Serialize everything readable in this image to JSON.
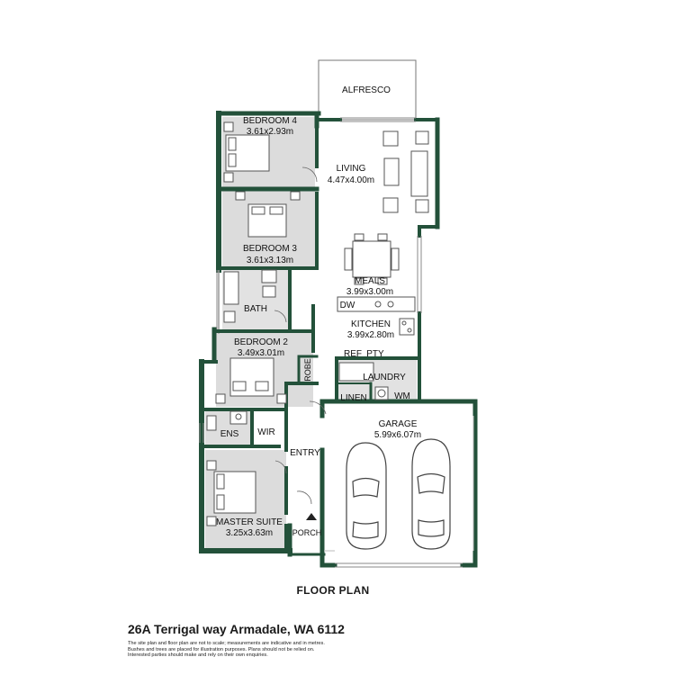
{
  "colors": {
    "wall": "#23513a",
    "wet_floor": "#d9d9d9",
    "bed_floor": "#dcdcdc",
    "furniture": "#555555"
  },
  "rooms": {
    "alfresco": {
      "name": "ALFRESCO"
    },
    "bedroom4": {
      "name": "BEDROOM 4",
      "size": "3.61x2.93m"
    },
    "living": {
      "name": "LIVING",
      "size": "4.47x4.00m"
    },
    "bedroom3": {
      "name": "BEDROOM 3",
      "size": "3.61x3.13m"
    },
    "meals": {
      "name": "MEALS",
      "size": "3.99x3.00m"
    },
    "bath": {
      "name": "BATH"
    },
    "dw": {
      "name": "DW"
    },
    "kitchen": {
      "name": "KITCHEN",
      "size": "3.99x2.80m"
    },
    "bedroom2": {
      "name": "BEDROOM 2",
      "size": "3.49x3.01m"
    },
    "ref": {
      "name": "REF"
    },
    "pty": {
      "name": "PTY"
    },
    "robe": {
      "name": "ROBE"
    },
    "laundry": {
      "name": "LAUNDRY"
    },
    "linen": {
      "name": "LINEN"
    },
    "wm": {
      "name": "WM"
    },
    "garage": {
      "name": "GARAGE",
      "size": "5.99x6.07m"
    },
    "ens": {
      "name": "ENS"
    },
    "wir": {
      "name": "WIR"
    },
    "entry": {
      "name": "ENTRY"
    },
    "master": {
      "name": "MASTER SUITE",
      "size": "3.25x3.63m"
    },
    "porch": {
      "name": "PORCH"
    }
  },
  "title": "FLOOR PLAN",
  "address": "26A Terrigal way Armadale, WA 6112",
  "disclaimer": [
    "The site plan and floor plan are not to scale; measurements are indicative and in metres.",
    "Bushes and trees are placed for illustration purposes. Plans should not be relied on.",
    "Interested parties should make and rely on their own enquiries."
  ]
}
